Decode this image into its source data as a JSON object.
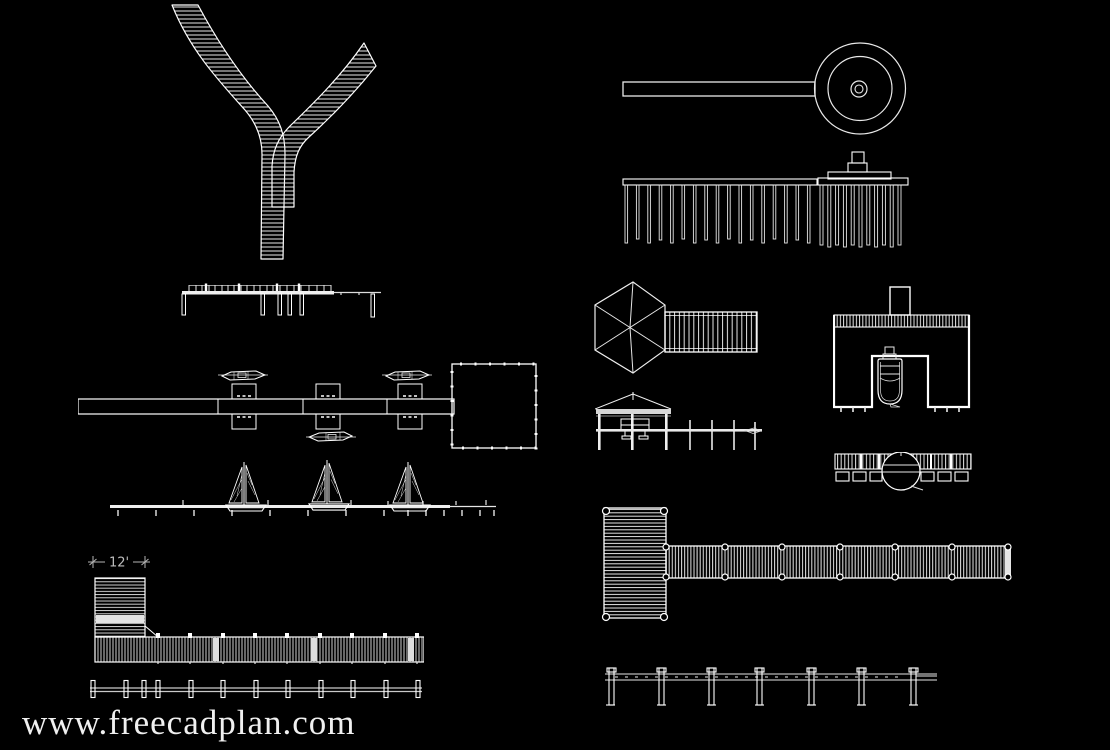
{
  "sheet": {
    "background_color": "#000000",
    "line_color": "#f0f0f0"
  },
  "watermark": {
    "text": "www.freecadplan.com",
    "color": "#f0f0f0"
  },
  "l_shaped_dock": {
    "dimension_label": "12'",
    "dimension_color": "#b4b4b4"
  },
  "drawings": {
    "y_boardwalk": "curved-y-boardwalk-plan",
    "dock_elevation_small": "dock-side-elevation",
    "marina_pier_plan": "marina-pier-plan-with-slips-and-boats",
    "marina_pier_elevation": "pier-elevation-with-sailboats",
    "l_dock_plan": "l-shaped-dock-plan",
    "pile_row_elevation": "pile-row-elevation",
    "round_end_pier_plan": "round-end-pier-plan",
    "round_end_pier_elevation": "round-end-pier-elevation",
    "hex_gazebo_plan": "hexagonal-gazebo-dock-plan",
    "hex_gazebo_elevation": "gazebo-dock-elevation",
    "boat_slip_plan": "boat-slip-dock-plan-with-motorboat",
    "boat_slip_elevation": "boat-slip-dock-elevation",
    "t_dock_plan": "t-shaped-dock-plan",
    "t_dock_elevation": "t-dock-pile-elevation"
  }
}
